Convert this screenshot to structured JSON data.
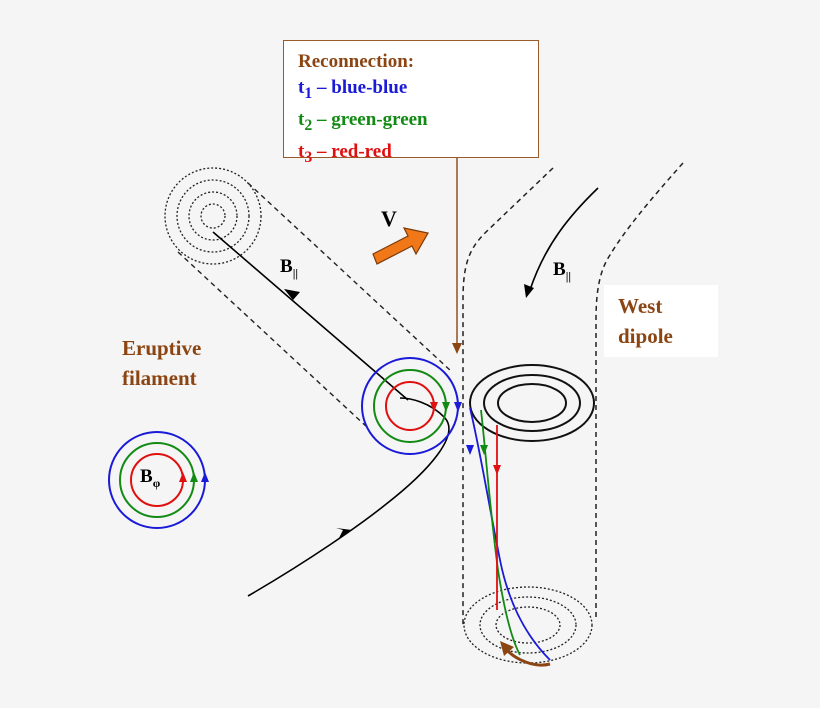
{
  "legend": {
    "title": "Reconnection:",
    "t1": {
      "sym": "t",
      "sub": "1",
      "text": " – blue-blue"
    },
    "t2": {
      "sym": "t",
      "sub": "2",
      "text": " – green-green"
    },
    "t3": {
      "sym": "t",
      "sub": "3",
      "text": " – red-red"
    }
  },
  "labels": {
    "eruptive_line1": "Eruptive",
    "eruptive_line2": "filament",
    "west_line1": "West",
    "west_line2": "dipole",
    "velocity": "V",
    "b_parallel_sym": "B",
    "b_parallel_sub": "||",
    "b_phi_sym": "B",
    "b_phi_sub": "φ"
  },
  "colors": {
    "blue": "#1a1ad8",
    "green": "#138a13",
    "red": "#e01010",
    "brown": "#8b4513",
    "arrow_orange": "#f07818"
  }
}
